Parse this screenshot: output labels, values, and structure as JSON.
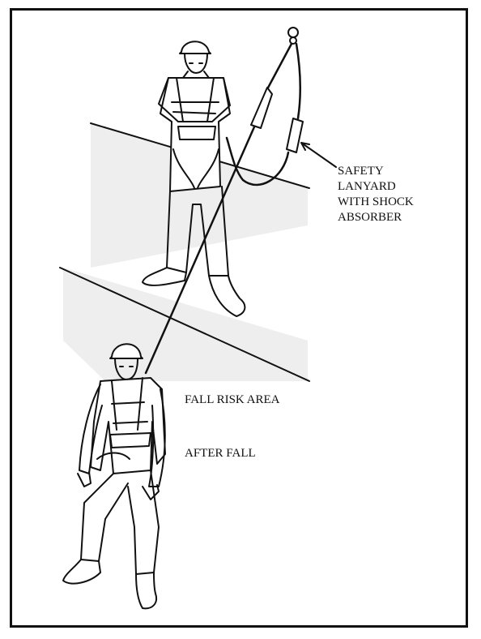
{
  "figure": {
    "callout_lines": [
      "SAFETY",
      "LANYARD",
      "WITH SHOCK",
      "ABSORBER"
    ],
    "fall_risk_label": "FALL RISK AREA",
    "after_fall_label": "AFTER FALL",
    "colors": {
      "line": "#111111",
      "shade": "#eeeeee",
      "background": "#ffffff"
    }
  }
}
